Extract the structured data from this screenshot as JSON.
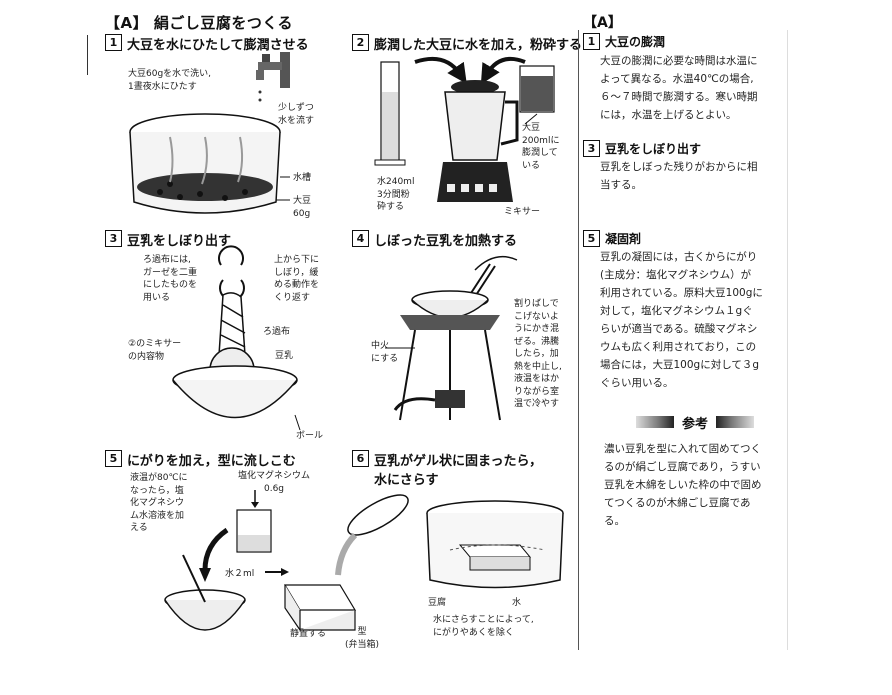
{
  "title": "【A】 絹ごし豆腐をつくる",
  "steps": [
    {
      "num": "1",
      "label": "大豆を水にひたして膨潤させる"
    },
    {
      "num": "2",
      "label": "膨潤した大豆に水を加え，粉砕する"
    },
    {
      "num": "3",
      "label": "豆乳をしぼり出す"
    },
    {
      "num": "4",
      "label": "しぼった豆乳を加熱する"
    },
    {
      "num": "5",
      "label": "にがりを加え，型に流しこむ"
    },
    {
      "num": "6",
      "label": "豆乳がゲル状に固まったら，",
      "label2": "水にさらす"
    }
  ],
  "annotations": {
    "s1_soybean": [
      "大豆60gを水で洗い,",
      "1晝夜水にひたす"
    ],
    "s1_water": [
      "少しずつ",
      "水を流す"
    ],
    "s1_tank": "水槽",
    "s1_bean": [
      "大豆",
      "60g"
    ],
    "s2_water": [
      "水240ml",
      "3分間粉",
      "砕する"
    ],
    "s2_bean": [
      "大豆",
      "200mlに",
      "膨潤して",
      "いる"
    ],
    "s2_mixer": "ミキサー",
    "s3_cloth": [
      "ろ過布には,",
      "ガーゼを二重",
      "にしたものを",
      "用いる"
    ],
    "s3_motion": [
      "上から下に",
      "しぼり，緩",
      "める動作を",
      "くり返す"
    ],
    "s3_content": [
      "②のミキサー",
      "の内容物"
    ],
    "s3_filter": "ろ過布",
    "s3_milk": "豆乳",
    "s3_bowl": "ボール",
    "s4_fire": [
      "中火",
      "にする"
    ],
    "s4_stir": [
      "割りばしで",
      "こげないよ",
      "うにかき混",
      "ぜる。沸騰",
      "したら，加",
      "熱を中止し,",
      "液温をはか",
      "りながら室",
      "温で冷やす"
    ],
    "s5_temp": [
      "液温が80℃に",
      "なったら，塩",
      "化マグネシウ",
      "ム水溶液を加",
      "える"
    ],
    "s5_mg": [
      "塩化マグネシウム",
      "0.6g"
    ],
    "s5_water": "水２ml",
    "s5_rest": "静置する",
    "s5_mold": [
      "型",
      "(弁当箱)"
    ],
    "s6_tofu": "豆腐",
    "s6_water": "水",
    "s6_note": [
      "水にさらすことによって,",
      "にがりやあくを除く"
    ]
  },
  "side": {
    "title": "【A】",
    "sections": [
      {
        "num": "1",
        "heading": "大豆の膨潤",
        "lines": [
          "大豆の膨潤に必要な時間は水温に",
          "よって異なる。水温40℃の場合,",
          "６～７時間で膨潤する。寒い時期",
          "には，水温を上げるとよい。"
        ]
      },
      {
        "num": "3",
        "heading": "豆乳をしぼり出す",
        "lines": [
          "豆乳をしぼった残りがおからに相",
          "当する。"
        ]
      },
      {
        "num": "5",
        "heading": "凝固剤",
        "lines": [
          "豆乳の凝固には，古くからにがり",
          "(主成分：塩化マグネシウム）が",
          "利用されている。原料大豆100gに",
          "対して，塩化マグネシウム１gぐ",
          "らいが適当である。硫酸マグネシ",
          "ウムも広く利用されており，この",
          "場合には，大豆100gに対して３g",
          "ぐらい用いる。"
        ]
      }
    ],
    "reference": {
      "title": "参考",
      "lines": [
        "濃い豆乳を型に入れて固めてつく",
        "るのが絹ごし豆腐であり，うすい",
        "豆乳を木綿をしいた枠の中で固め",
        "てつくるのが木綿ごし豆腐であ",
        "る。"
      ]
    }
  }
}
